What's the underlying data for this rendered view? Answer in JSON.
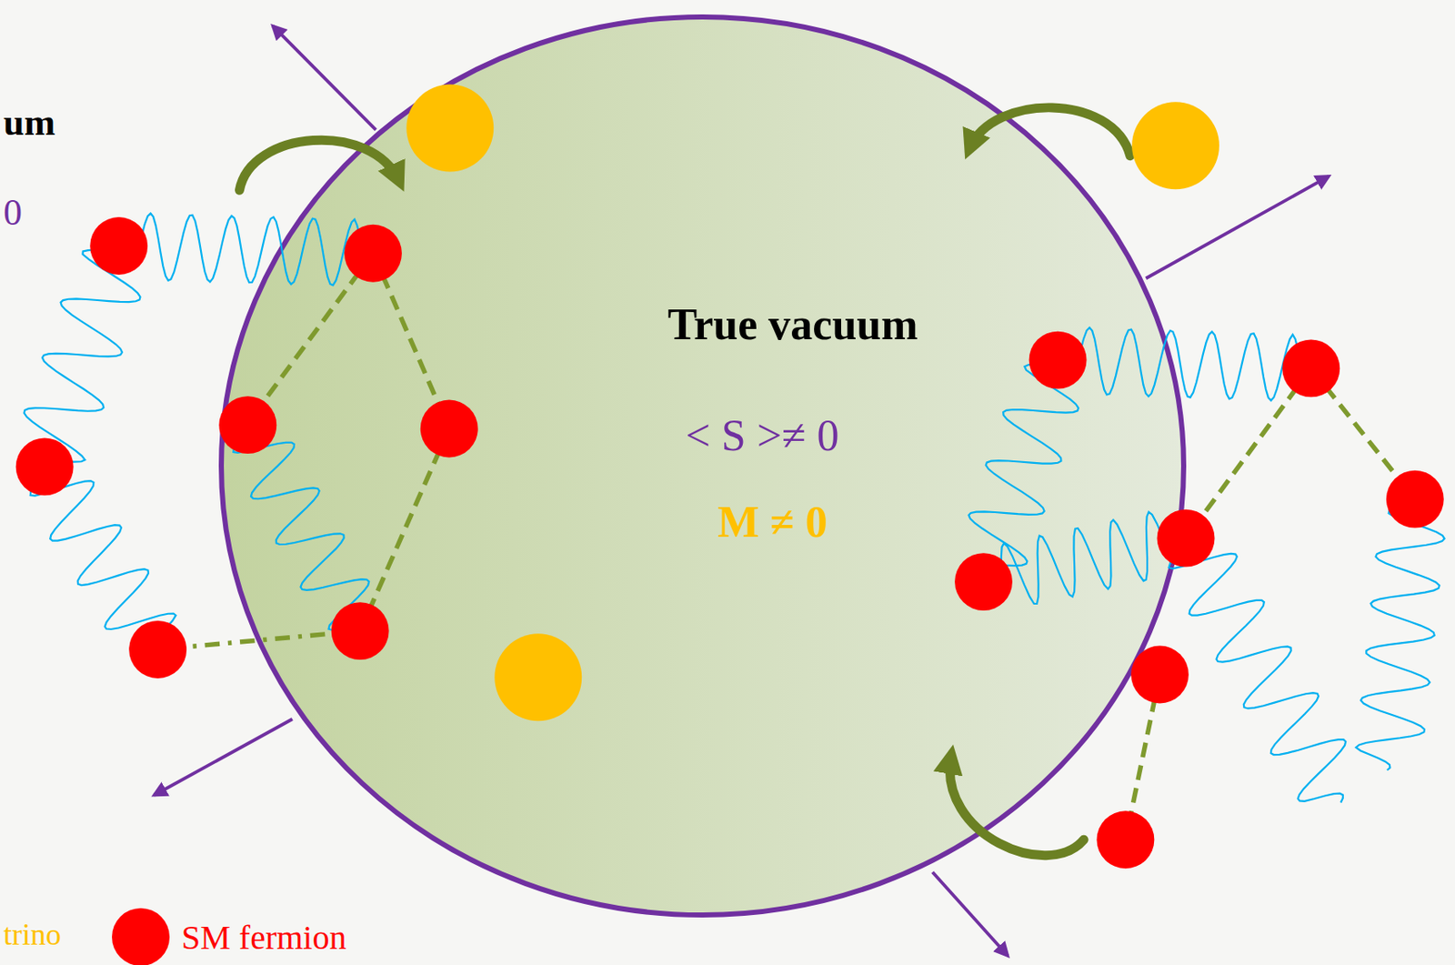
{
  "diagram": {
    "nodes": [
      {
        "text": [
          "True vacuum",
          "< S >≠ 0",
          "M ≠ 0"
        ]
      }
    ],
    "labels": [
      "um",
      "0",
      "trino"
    ],
    "legend": [
      {
        "text": "SM fermion",
        "color": "#ff0000"
      }
    ]
  }
}
